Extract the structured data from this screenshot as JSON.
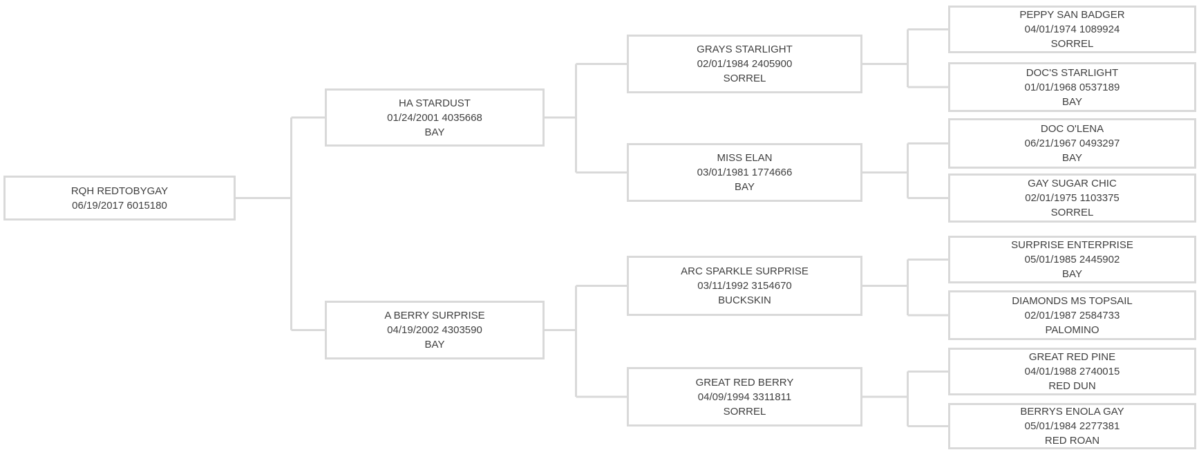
{
  "style": {
    "line_color": "#d9d9d9",
    "text_color": "#3f3f3f",
    "background_color": "#ffffff"
  },
  "nodes": {
    "subject": {
      "name": "RQH REDTOBYGAY",
      "details": "06/19/2017 6015180"
    },
    "sire": {
      "name": "HA STARDUST",
      "details": "01/24/2001 4035668",
      "color": "BAY"
    },
    "dam": {
      "name": "A BERRY SURPRISE",
      "details": "04/19/2002 4303590",
      "color": "BAY"
    },
    "ss": {
      "name": "GRAYS STARLIGHT",
      "details": "02/01/1984 2405900",
      "color": "SORREL"
    },
    "sd": {
      "name": "MISS ELAN",
      "details": "03/01/1981 1774666",
      "color": "BAY"
    },
    "ds": {
      "name": "ARC SPARKLE SURPRISE",
      "details": "03/11/1992 3154670",
      "color": "BUCKSKIN"
    },
    "dd": {
      "name": "GREAT RED BERRY",
      "details": "04/09/1994 3311811",
      "color": "SORREL"
    },
    "sss": {
      "name": "PEPPY SAN BADGER",
      "details": "04/01/1974 1089924",
      "color": "SORREL"
    },
    "ssd": {
      "name": "DOC'S STARLIGHT",
      "details": "01/01/1968 0537189",
      "color": "BAY"
    },
    "sds": {
      "name": "DOC O'LENA",
      "details": "06/21/1967 0493297",
      "color": "BAY"
    },
    "sdd": {
      "name": "GAY SUGAR CHIC",
      "details": "02/01/1975 1103375",
      "color": "SORREL"
    },
    "dss": {
      "name": "SURPRISE ENTERPRISE",
      "details": "05/01/1985 2445902",
      "color": "BAY"
    },
    "dsd": {
      "name": "DIAMONDS MS TOPSAIL",
      "details": "02/01/1987 2584733",
      "color": "PALOMINO"
    },
    "dds": {
      "name": "GREAT RED PINE",
      "details": "04/01/1988 2740015",
      "color": "RED DUN"
    },
    "ddd": {
      "name": "BERRYS ENOLA GAY",
      "details": "05/01/1984 2277381",
      "color": "RED ROAN"
    }
  }
}
